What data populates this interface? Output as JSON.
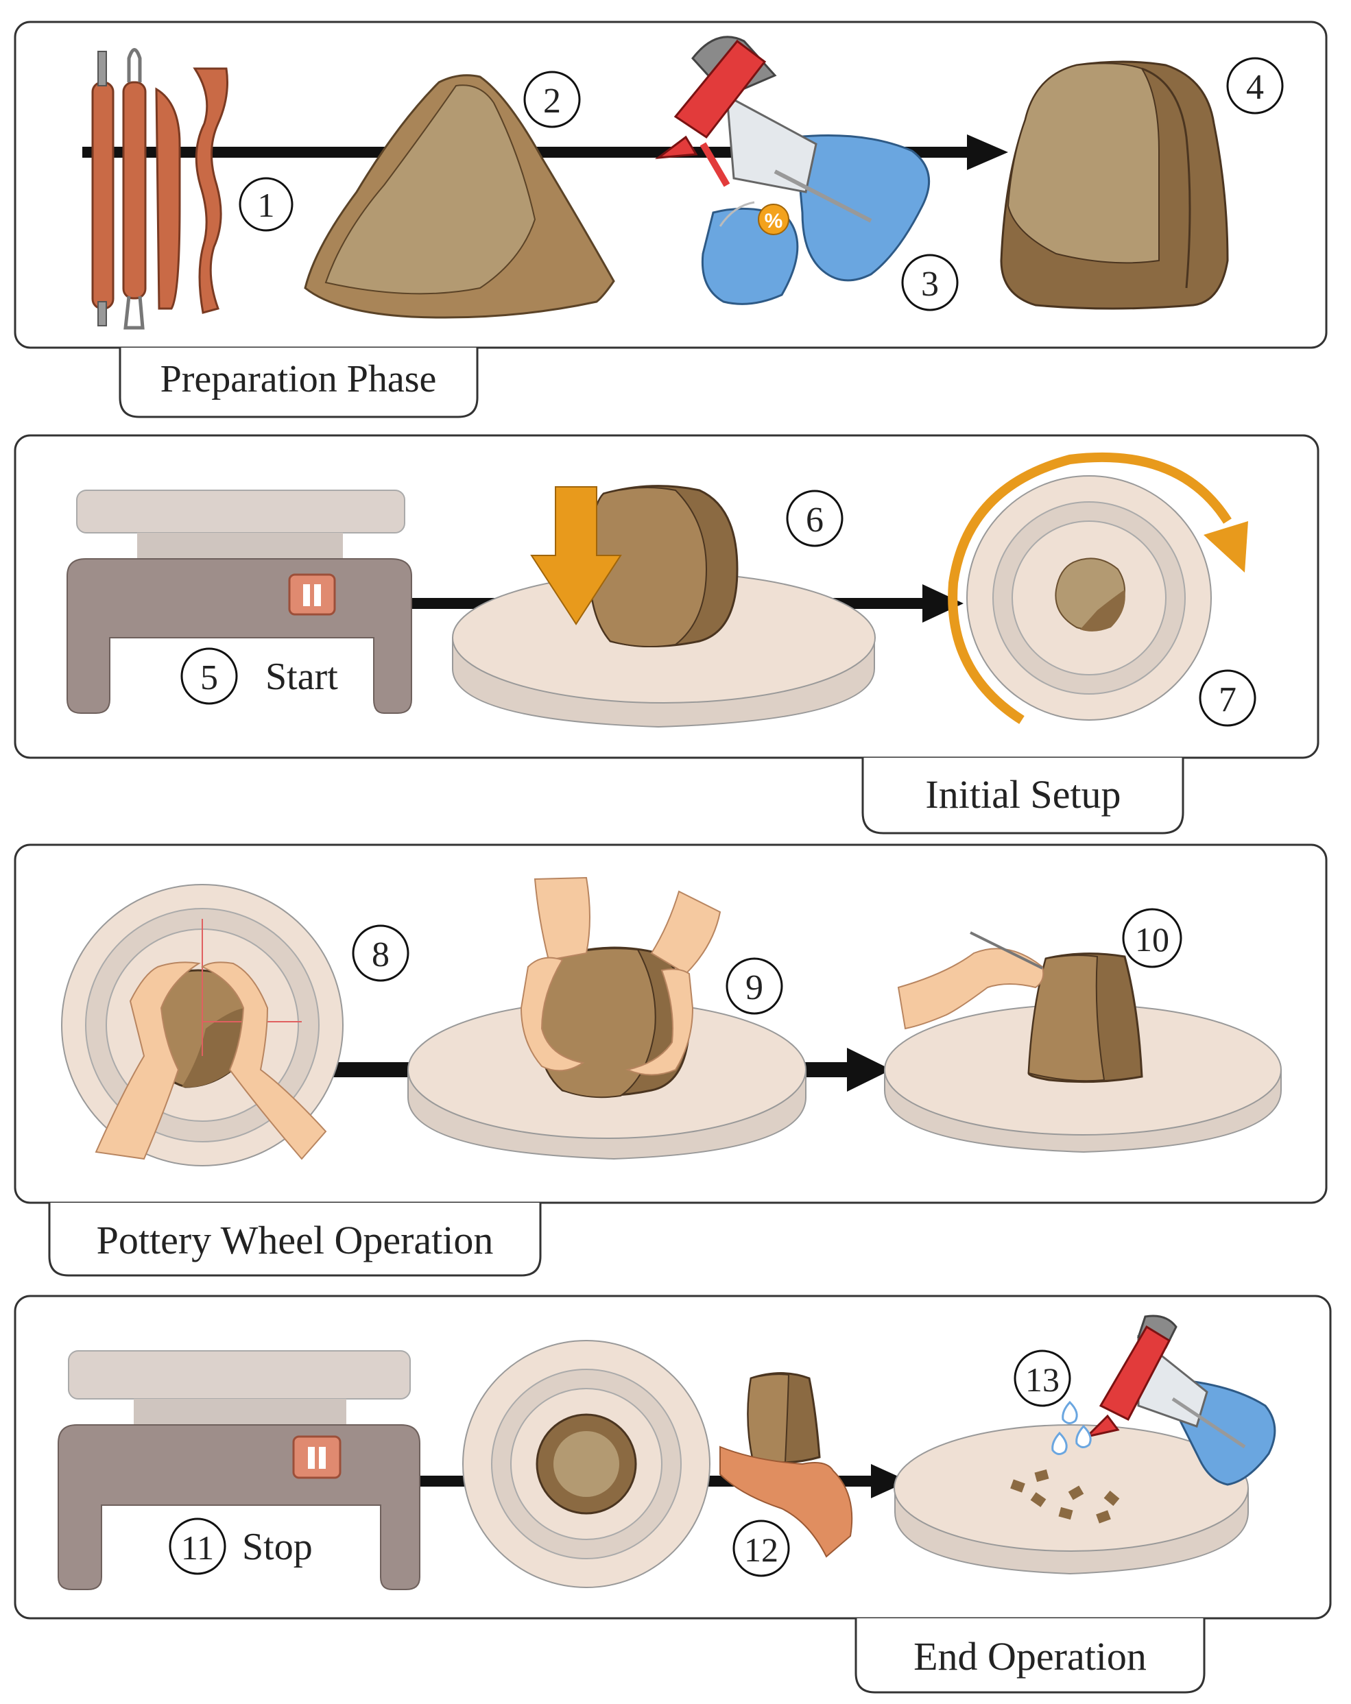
{
  "phases": [
    {
      "title": "Preparation Phase",
      "steps": [
        "1",
        "2",
        "3",
        "4"
      ]
    },
    {
      "title": "Initial Setup",
      "steps": [
        "5",
        "6",
        "7"
      ],
      "extra": "Start"
    },
    {
      "title": "Pottery Wheel Operation",
      "steps": [
        "8",
        "9",
        "10"
      ]
    },
    {
      "title": "End Operation",
      "steps": [
        "11",
        "12",
        "13"
      ],
      "extra": "Stop"
    }
  ],
  "percent_symbol": "%",
  "colors": {
    "clay_light": "#b39a72",
    "clay_mid": "#a98558",
    "clay_dark": "#8b6a42",
    "tool": "#c96a46",
    "wheel_top": "#efe0d4",
    "wheel_side": "#ddd0c6",
    "machine": "#9e8e8a",
    "machine_top": "#dcd2cc",
    "switch": "#e08a70",
    "arrow_orange": "#e89a1c",
    "water": "#6aa6e0",
    "spray_red": "#e23b3b",
    "skin": "#f5c9a0",
    "hand12": "#e08e60"
  }
}
